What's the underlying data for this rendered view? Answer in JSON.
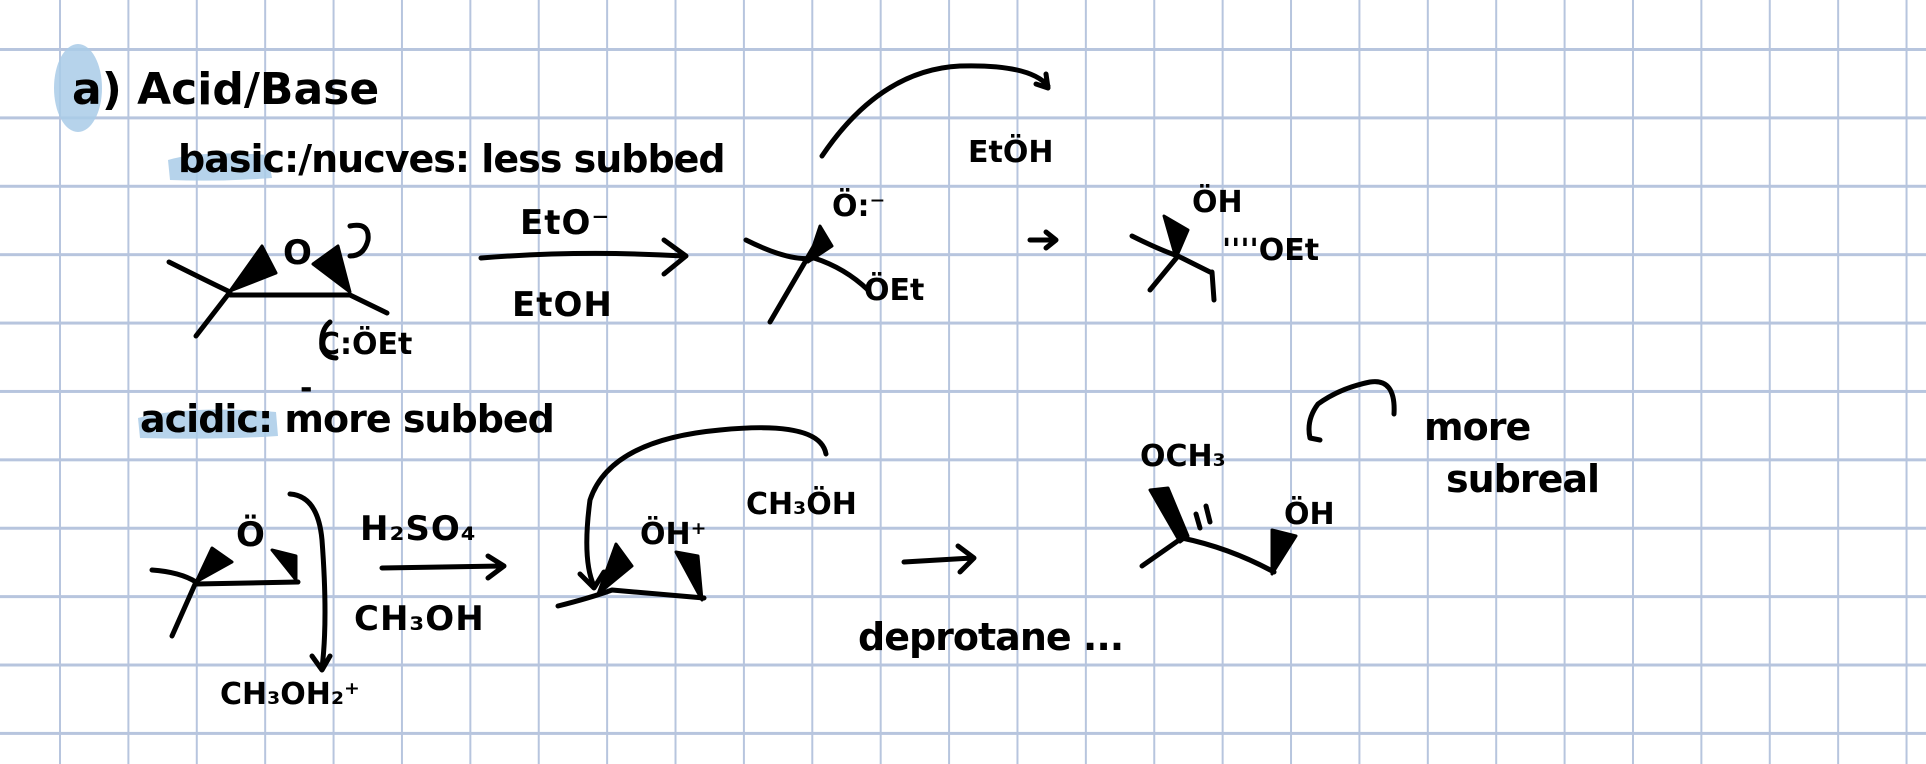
{
  "heading": "a) Acid/Base",
  "basic": {
    "label": "basic:/nucves: less subbed",
    "reagent_top": "EtO⁻",
    "reagent_bottom": "EtOH",
    "nucleophile": "C:ÖEt",
    "nucleophile_charge": "-",
    "epoxide_oxygen": "O",
    "proton_source": "EtÖH",
    "intermediate_oxide": "Ö:⁻",
    "intermediate_ether": "ÖEt",
    "product_hydroxyl": "ÖH",
    "product_ether": "''''OEt"
  },
  "acidic": {
    "label": "acidic: more subbed",
    "epoxide_oxygen": "Ö",
    "reagent_top": "H₂SO₄",
    "reagent_bottom": "CH₃OH",
    "byproduct": "CH₃OH₂⁺",
    "protonated_oxygen": "ÖH⁺",
    "nucleophile": "CH₃ÖH",
    "step_note": "deprotane ...",
    "product_methoxy": "OCH₃",
    "product_hydroxyl": "ÖH",
    "annotation_line1": "more",
    "annotation_line2": "subreal"
  },
  "colors": {
    "ink": "#000000",
    "highlight": "#a9cbe8",
    "grid": "#b7c5de"
  }
}
